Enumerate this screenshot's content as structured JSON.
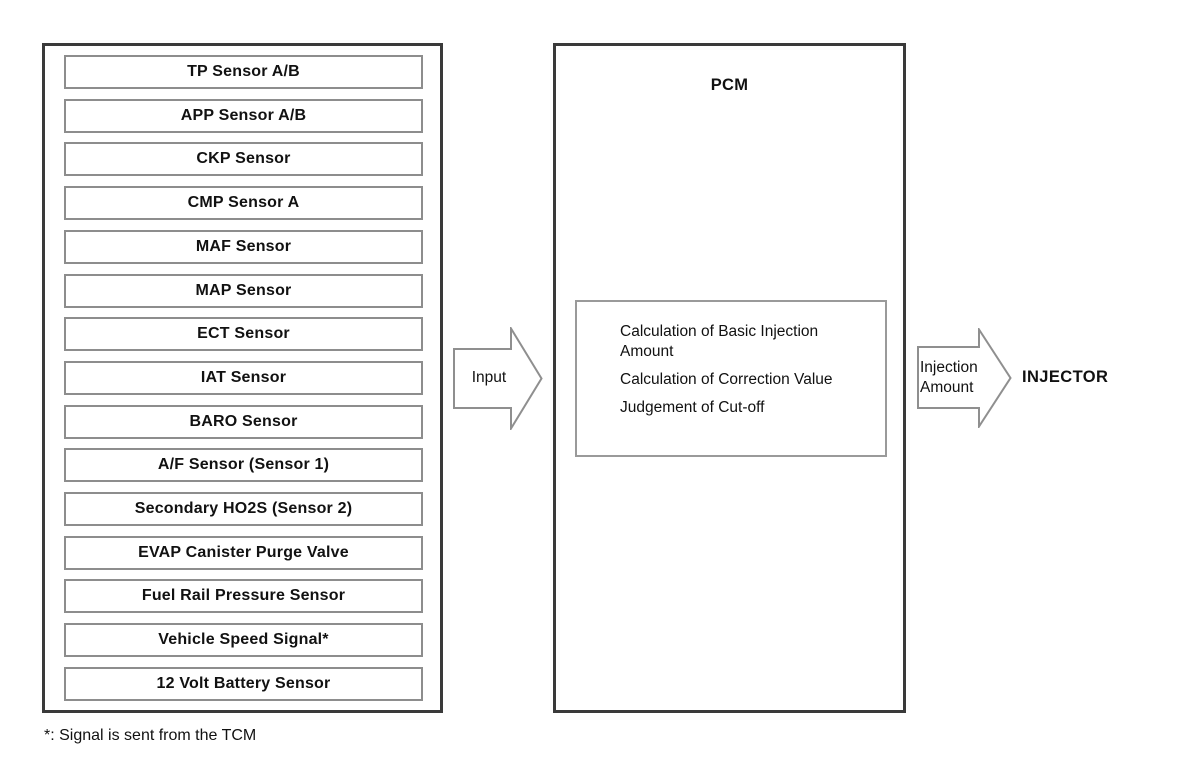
{
  "diagram": {
    "sensors": {
      "items": [
        {
          "label": "TP Sensor A/B"
        },
        {
          "label": "APP Sensor A/B"
        },
        {
          "label": "CKP Sensor"
        },
        {
          "label": "CMP Sensor A"
        },
        {
          "label": "MAF Sensor"
        },
        {
          "label": "MAP Sensor"
        },
        {
          "label": "ECT Sensor"
        },
        {
          "label": "IAT Sensor"
        },
        {
          "label": "BARO Sensor"
        },
        {
          "label": "A/F Sensor (Sensor 1)"
        },
        {
          "label": "Secondary HO2S (Sensor 2)"
        },
        {
          "label": "EVAP Canister Purge Valve"
        },
        {
          "label": "Fuel Rail Pressure Sensor"
        },
        {
          "label": "Vehicle Speed Signal*"
        },
        {
          "label": "12 Volt Battery Sensor"
        }
      ]
    },
    "input_arrow_label": "Input",
    "pcm": {
      "title": "PCM",
      "functions": [
        "Calculation of Basic Injection Amount",
        "Calculation of Correction Value",
        "Judgement of Cut-off"
      ]
    },
    "output_arrow_label": "Injection Amount",
    "injector_label": "INJECTOR",
    "footnote": "*: Signal is sent from the TCM",
    "colors": {
      "panel_border": "#3a3a3a",
      "sensor_box_border": "#8d8d8d",
      "function_box_border": "#9a9a9a",
      "arrow_stroke": "#8f8f8f",
      "text": "#111111",
      "background": "#ffffff"
    }
  }
}
